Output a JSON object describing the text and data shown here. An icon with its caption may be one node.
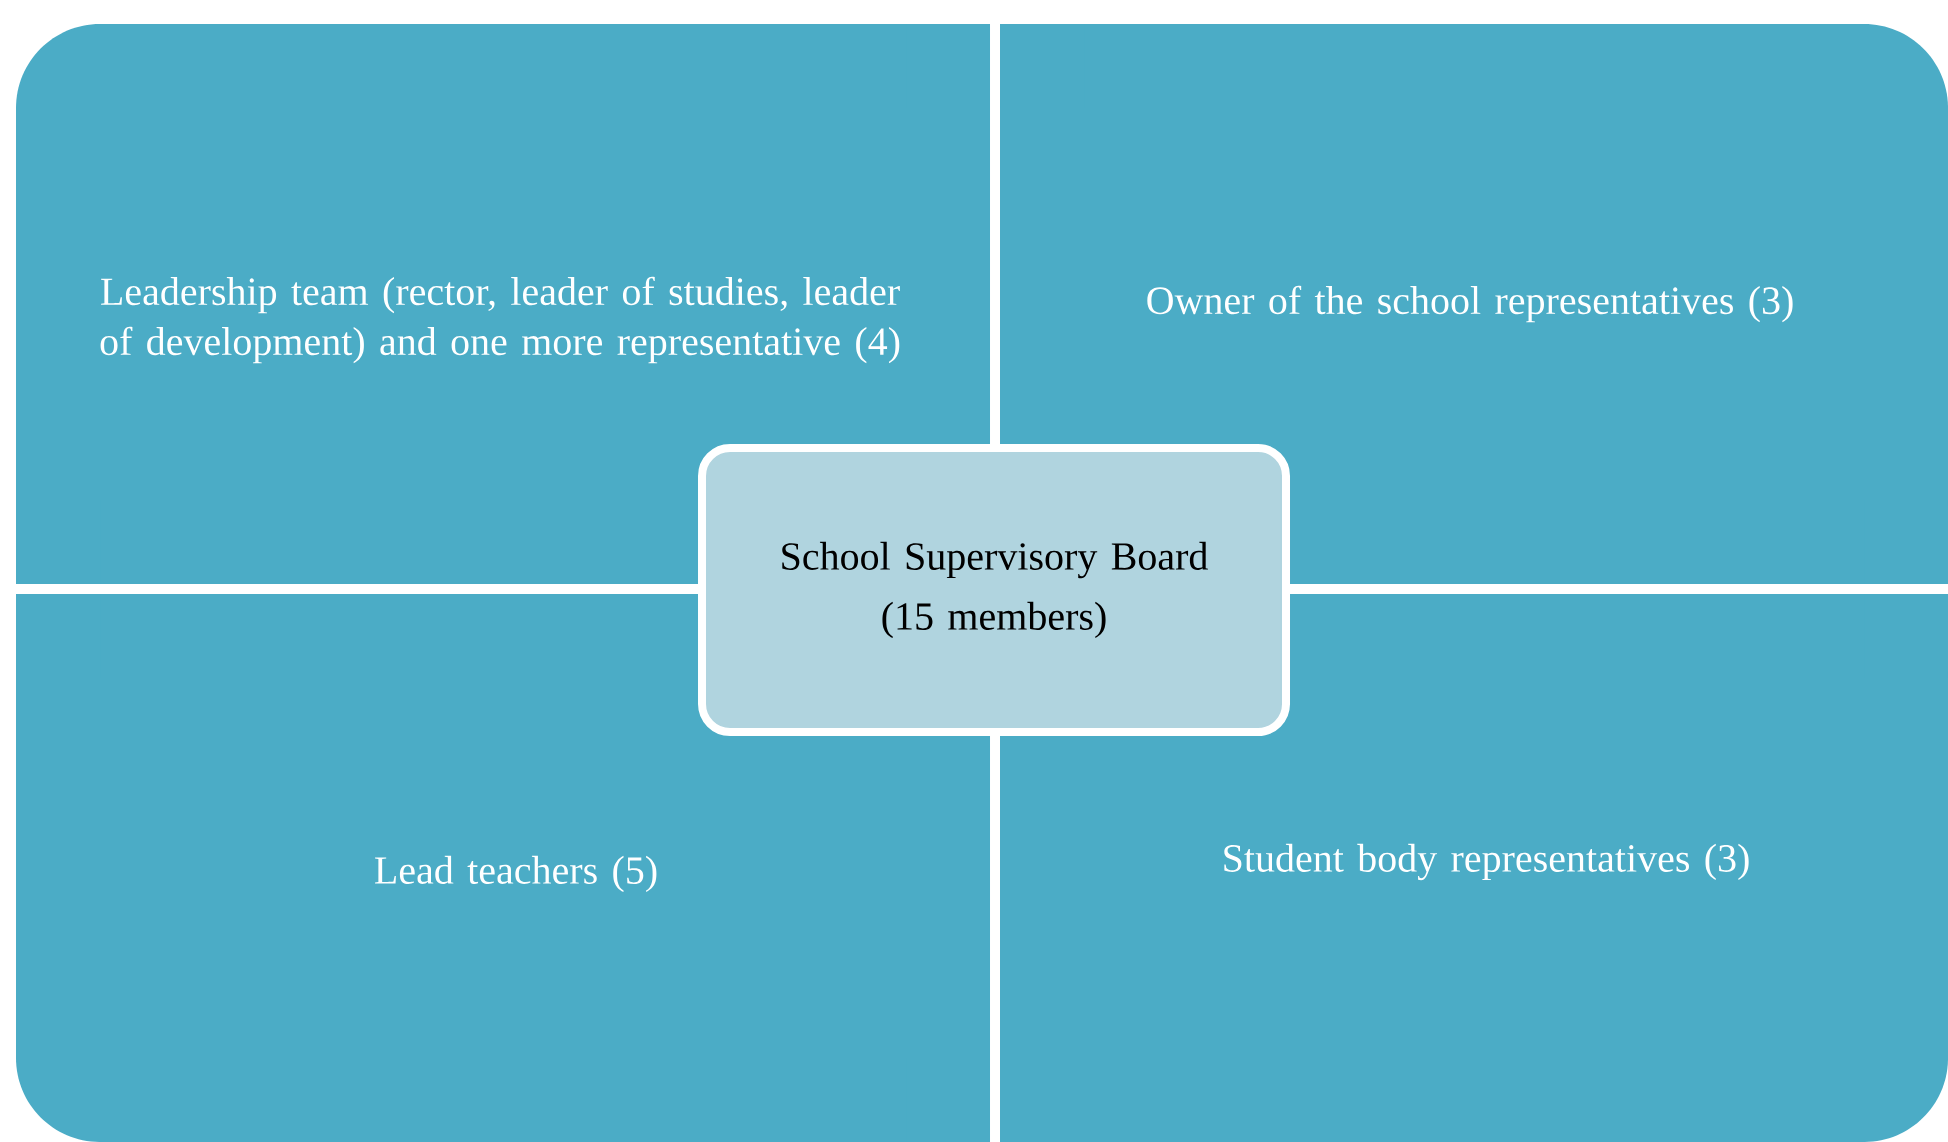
{
  "diagram": {
    "nodes": [
      {
        "text": [
          "Leadership team (rector, leader of studies, leader of development) and one more representative (4)"
        ]
      },
      {
        "text": [
          "Owner of the school representatives (3)"
        ]
      },
      {
        "text": [
          "School Supervisory Board",
          "(15 members)"
        ]
      },
      {
        "text": [
          "Lead teachers (5)"
        ]
      },
      {
        "text": [
          "Student body representatives (3)"
        ]
      }
    ]
  }
}
